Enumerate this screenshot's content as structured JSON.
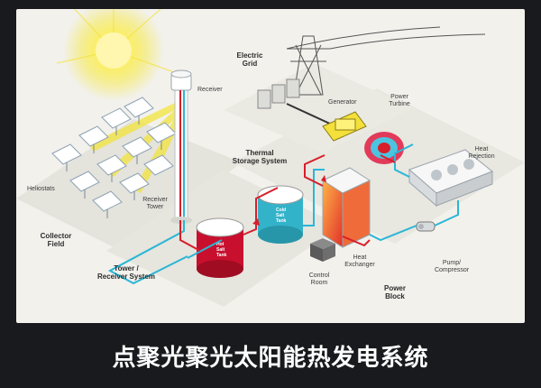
{
  "labels": {
    "electric_grid": "Electric\nGrid",
    "receiver": "Receiver",
    "generator": "Generator",
    "power_turbine": "Power\nTurbine",
    "heat_rejection": "Heat\nRejection",
    "thermal_storage": "Thermal\nStorage System",
    "heliostats": "Heliostats",
    "receiver_tower": "Receiver\nTower",
    "collector_field": "Collector\nField",
    "tower_receiver_system": "Tower /\nReceiver System",
    "heat_exchanger": "Heat\nExchanger",
    "pump_compressor": "Pump/\nCompressor",
    "control_room": "Control\nRoom",
    "power_block": "Power\nBlock"
  },
  "tanks": {
    "hot": "Hot\nSalt\nTank",
    "cold": "Cold\nSalt\nTank"
  },
  "caption": "点聚光聚光太阳能热发电系统",
  "colors": {
    "hot_line": "#d81e2a",
    "cold_line": "#2ab6d6",
    "hot_tank": "#c8102e",
    "cold_tank": "#33b3c9",
    "sun": "#f6e94a"
  }
}
